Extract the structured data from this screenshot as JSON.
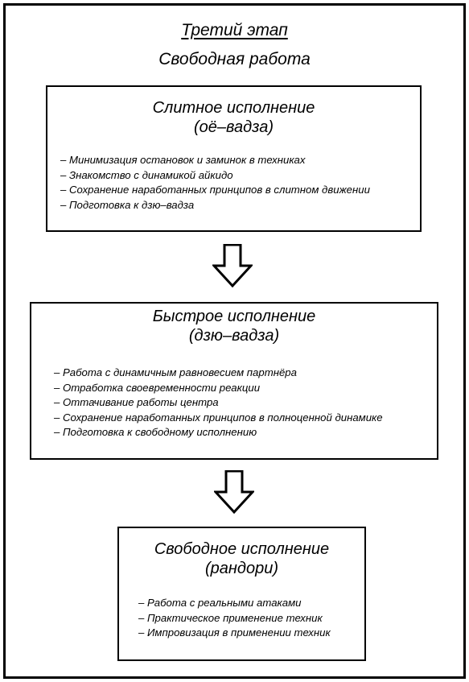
{
  "header": {
    "stage": "Третий этап",
    "subtitle": "Свободная работа"
  },
  "boxes": [
    {
      "title": "Слитное исполнение",
      "subtitle": "(оё–вадза)",
      "items": [
        "– Минимизация остановок и заминок в техниках",
        "– Знакомство с динамикой айкидо",
        "– Сохранение наработанных принципов в слитном движении",
        "– Подготовка к дзю–вадза"
      ]
    },
    {
      "title": "Быстрое исполнение",
      "subtitle": "(дзю–вадза)",
      "items": [
        "– Работа с динамичным равновесием партнёра",
        "– Отработка своевременности реакции",
        "– Оттачивание работы центра",
        "– Сохранение наработанных принципов в полноценной динамике",
        "– Подготовка к свободному исполнению"
      ]
    },
    {
      "title": "Свободное исполнение",
      "subtitle": "(рандори)",
      "items": [
        "– Работа с реальными атаками",
        "– Практическое применение техник",
        "– Импровизация в применении техник"
      ]
    }
  ],
  "arrows": [
    {
      "icon": "down-arrow-icon",
      "from": "box-oyo-waza",
      "to": "box-ju-waza"
    },
    {
      "icon": "down-arrow-icon",
      "from": "box-ju-waza",
      "to": "box-randori"
    }
  ]
}
